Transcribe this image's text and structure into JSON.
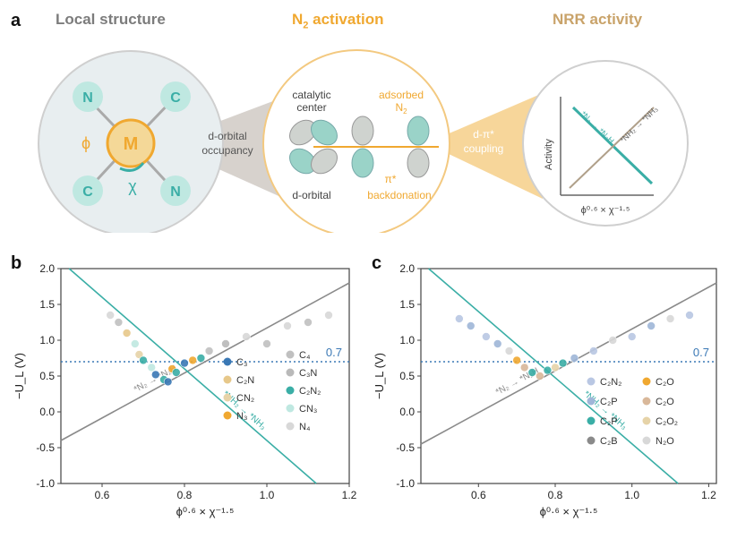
{
  "panel_a": {
    "letter": "a",
    "local_structure": {
      "title": "Local structure",
      "center_atom": "M",
      "atoms": [
        "N",
        "C",
        "C",
        "N"
      ],
      "phi_symbol": "ϕ",
      "chi_symbol": "χ"
    },
    "n2_activation": {
      "title_prefix": "N",
      "title_sub": "2",
      "title_suffix": " activation",
      "catalytic_center": [
        "catalytic",
        "center"
      ],
      "adsorbed": [
        "adsorbed",
        "N"
      ],
      "adsorbed_sub": "2",
      "d_orbital": "d-orbital",
      "pi_star": "π*",
      "backdonation": "backdonation"
    },
    "nrr_activity": {
      "title": "NRR activity",
      "ylabel": "Activity",
      "xlabel": "ϕ⁰·⁶ × χ⁻¹·⁵",
      "line1": "*N₂ → *N₂H",
      "line2": "*NH₂ → *NH₃"
    },
    "connector_left": [
      "d-orbital",
      "occupancy"
    ],
    "connector_right": [
      "d-π*",
      "coupling"
    ]
  },
  "colors": {
    "gray_title": "#7c7c7c",
    "orange": "#f0a830",
    "teal": "#3aaea6",
    "mint": "#bfe8e1",
    "blue_dotted": "#3a78b5",
    "line_gray": "#8a8a8a"
  },
  "chart_data": [
    {
      "panel": "b",
      "type": "scatter",
      "xlabel": "ϕ⁰·⁶ × χ⁻¹·⁵",
      "ylabel": "−U_L (V)",
      "xlim": [
        0.5,
        1.2
      ],
      "ylim": [
        -1.0,
        2.0
      ],
      "xticks": [
        "0.6",
        "0.8",
        "1.0",
        "1.2"
      ],
      "yticks": [
        "-1.0",
        "-0.5",
        "0.0",
        "0.5",
        "1.0",
        "1.5",
        "2.0"
      ],
      "threshold": 0.7,
      "threshold_label": "0.7",
      "legend_position": "center-right",
      "legend": [
        {
          "label": "C₃",
          "color": "#3a78b5",
          "marker": "circle"
        },
        {
          "label": "C₂N",
          "color": "#e7c88a",
          "marker": "circle"
        },
        {
          "label": "CN₂",
          "color": "#e6d3a8",
          "marker": "circle"
        },
        {
          "label": "N₃",
          "color": "#f0a830",
          "marker": "circle"
        },
        {
          "label": "C₄",
          "color": "#c0c0c0",
          "marker": "circle"
        },
        {
          "label": "C₃N",
          "color": "#b9b9b9",
          "marker": "circle"
        },
        {
          "label": "C₂N₂",
          "color": "#3aaea6",
          "marker": "circle"
        },
        {
          "label": "CN₃",
          "color": "#bfe8e1",
          "marker": "circle"
        },
        {
          "label": "N₄",
          "color": "#d8d8d8",
          "marker": "circle"
        }
      ],
      "lines": [
        {
          "name": "*N₂ → *N₂H",
          "color": "#8a8a8a",
          "x": [
            0.5,
            1.2
          ],
          "y": [
            -0.4,
            1.8
          ]
        },
        {
          "name": "*NH₂ → *NH₃",
          "color": "#3aaea6",
          "x": [
            0.52,
            1.12
          ],
          "y": [
            2.0,
            -1.0
          ]
        }
      ],
      "points": [
        {
          "x": 0.62,
          "y": 1.35,
          "c": "#d8d8d8"
        },
        {
          "x": 0.64,
          "y": 1.25,
          "c": "#c0c0c0"
        },
        {
          "x": 0.66,
          "y": 1.1,
          "c": "#e7c88a"
        },
        {
          "x": 0.68,
          "y": 0.95,
          "c": "#bfe8e1"
        },
        {
          "x": 0.69,
          "y": 0.8,
          "c": "#e6d3a8"
        },
        {
          "x": 0.7,
          "y": 0.72,
          "c": "#3aaea6"
        },
        {
          "x": 0.72,
          "y": 0.62,
          "c": "#bfe8e1"
        },
        {
          "x": 0.73,
          "y": 0.52,
          "c": "#3a78b5"
        },
        {
          "x": 0.75,
          "y": 0.45,
          "c": "#3aaea6"
        },
        {
          "x": 0.76,
          "y": 0.42,
          "c": "#3a78b5"
        },
        {
          "x": 0.77,
          "y": 0.6,
          "c": "#f0a830"
        },
        {
          "x": 0.78,
          "y": 0.55,
          "c": "#3aaea6"
        },
        {
          "x": 0.8,
          "y": 0.68,
          "c": "#3a78b5"
        },
        {
          "x": 0.82,
          "y": 0.72,
          "c": "#f0a830"
        },
        {
          "x": 0.84,
          "y": 0.75,
          "c": "#3aaea6"
        },
        {
          "x": 0.86,
          "y": 0.85,
          "c": "#c0c0c0"
        },
        {
          "x": 0.9,
          "y": 0.95,
          "c": "#b9b9b9"
        },
        {
          "x": 0.95,
          "y": 1.05,
          "c": "#d8d8d8"
        },
        {
          "x": 1.0,
          "y": 0.95,
          "c": "#c0c0c0"
        },
        {
          "x": 1.05,
          "y": 1.2,
          "c": "#d8d8d8"
        },
        {
          "x": 1.1,
          "y": 1.25,
          "c": "#c0c0c0"
        },
        {
          "x": 1.15,
          "y": 1.35,
          "c": "#d8d8d8"
        }
      ]
    },
    {
      "panel": "c",
      "type": "scatter",
      "xlabel": "ϕ⁰·⁶ × χ⁻¹·⁵",
      "ylabel": "−U_L (V)",
      "xlim": [
        0.45,
        1.22
      ],
      "ylim": [
        -1.0,
        2.0
      ],
      "xticks": [
        "0.6",
        "0.8",
        "1.0",
        "1.2"
      ],
      "yticks": [
        "-1.0",
        "-0.5",
        "0.0",
        "0.5",
        "1.0",
        "1.5",
        "2.0"
      ],
      "threshold": 0.7,
      "threshold_label": "0.7",
      "legend_position": "lower-right",
      "legend": [
        {
          "label": "C₂N₂",
          "color": "#b9c7e3",
          "marker": "circle"
        },
        {
          "label": "C₂O",
          "color": "#f0a830",
          "marker": "circle"
        },
        {
          "label": "C₂P",
          "color": "#9fb6d8",
          "marker": "circle"
        },
        {
          "label": "C₂O",
          "color": "#d9b89a",
          "marker": "circle"
        },
        {
          "label": "C₂P",
          "color": "#3aaea6",
          "marker": "circle"
        },
        {
          "label": "C₂O₂",
          "color": "#e6d3a8",
          "marker": "circle"
        },
        {
          "label": "C₂B",
          "color": "#8a8a8a",
          "marker": "circle"
        },
        {
          "label": "N₂O",
          "color": "#d8d8d8",
          "marker": "circle"
        }
      ],
      "lines": [
        {
          "name": "*N₂ → *N₂H",
          "color": "#8a8a8a",
          "x": [
            0.45,
            1.22
          ],
          "y": [
            -0.45,
            1.8
          ]
        },
        {
          "name": "*NH₂ → *NH₃",
          "color": "#3aaea6",
          "x": [
            0.47,
            1.12
          ],
          "y": [
            2.0,
            -1.0
          ]
        }
      ],
      "points": [
        {
          "x": 0.55,
          "y": 1.3,
          "c": "#b9c7e3"
        },
        {
          "x": 0.58,
          "y": 1.2,
          "c": "#9fb6d8"
        },
        {
          "x": 0.62,
          "y": 1.05,
          "c": "#b9c7e3"
        },
        {
          "x": 0.65,
          "y": 0.95,
          "c": "#9fb6d8"
        },
        {
          "x": 0.68,
          "y": 0.85,
          "c": "#d8d8d8"
        },
        {
          "x": 0.7,
          "y": 0.72,
          "c": "#f0a830"
        },
        {
          "x": 0.72,
          "y": 0.62,
          "c": "#d9b89a"
        },
        {
          "x": 0.74,
          "y": 0.55,
          "c": "#3aaea6"
        },
        {
          "x": 0.76,
          "y": 0.5,
          "c": "#d9b89a"
        },
        {
          "x": 0.78,
          "y": 0.58,
          "c": "#3aaea6"
        },
        {
          "x": 0.8,
          "y": 0.62,
          "c": "#e6d3a8"
        },
        {
          "x": 0.82,
          "y": 0.68,
          "c": "#3aaea6"
        },
        {
          "x": 0.85,
          "y": 0.75,
          "c": "#9fb6d8"
        },
        {
          "x": 0.9,
          "y": 0.85,
          "c": "#b9c7e3"
        },
        {
          "x": 0.95,
          "y": 1.0,
          "c": "#d8d8d8"
        },
        {
          "x": 1.0,
          "y": 1.05,
          "c": "#b9c7e3"
        },
        {
          "x": 1.05,
          "y": 1.2,
          "c": "#9fb6d8"
        },
        {
          "x": 1.1,
          "y": 1.3,
          "c": "#d8d8d8"
        },
        {
          "x": 1.15,
          "y": 1.35,
          "c": "#b9c7e3"
        }
      ]
    }
  ]
}
